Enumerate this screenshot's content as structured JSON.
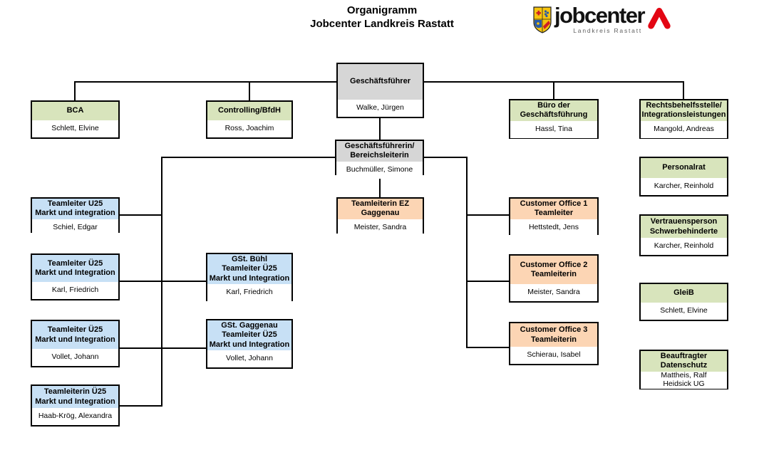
{
  "page": {
    "title_line1": "Organigramm",
    "title_line2": "Jobcenter Landkreis Rastatt"
  },
  "logo": {
    "brand": "jobcenter",
    "subtitle": "Landkreis Rastatt",
    "arrow_color": "#e30613"
  },
  "colors": {
    "gray_header": "#d6d6d6",
    "green_header": "#d8e4bc",
    "blue_header": "#c7e0f5",
    "orange_header": "#fcd5b4",
    "connector": "#000000"
  },
  "boxes": [
    {
      "key": "geschaeftsfuehrer",
      "title": "Geschäftsführer",
      "name": "Walke, Jürgen",
      "color": "gray"
    },
    {
      "key": "bca",
      "title": "BCA",
      "name": "Schlett, Elvine",
      "color": "green"
    },
    {
      "key": "controlling-bfdh",
      "title": "Controlling/BfdH",
      "name": "Ross, Joachim",
      "color": "green"
    },
    {
      "key": "buero-der-geschaeftsfuehrung",
      "title": "Büro der\nGeschäftsführung",
      "name": "Hassl, Tina",
      "color": "green"
    },
    {
      "key": "rechtsbehelfsstelle-integrationsleistungen",
      "title": "Rechtsbehelfsstelle/\nIntegrationsleistungen",
      "name": "Mangold, Andreas",
      "color": "green"
    },
    {
      "key": "geschaeftsfuehrerin-bereichsleiterin",
      "title": "Geschäftsführerin/\nBereichsleiterin",
      "name": "Buchmüller, Simone",
      "color": "gray"
    },
    {
      "key": "teamleiterin-ez-gaggenau",
      "title": "Teamleiterin EZ\nGaggenau",
      "name": "Meister, Sandra",
      "color": "orange"
    },
    {
      "key": "teamleiter-u25",
      "title": "Teamleiter U25\nMarkt und integration",
      "name": "Schiel, Edgar",
      "color": "blue"
    },
    {
      "key": "teamleiter-ue25-karl",
      "title": "Teamleiter Ü25\nMarkt und Integration",
      "name": "Karl, Friedrich",
      "color": "blue"
    },
    {
      "key": "teamleiter-ue25-vollet",
      "title": "Teamleiter Ü25\nMarkt und Integration",
      "name": "Vollet, Johann",
      "color": "blue"
    },
    {
      "key": "teamleiterin-ue25-haab-kroeg",
      "title": "Teamleiterin Ü25\nMarkt und Integration",
      "name": "Haab-Krög, Alexandra",
      "color": "blue"
    },
    {
      "key": "gst-buehl",
      "title": "GSt. Bühl\nTeamleiter Ü25\nMarkt und Integration",
      "name": "Karl, Friedrich",
      "color": "blue"
    },
    {
      "key": "gst-gaggenau",
      "title": "GSt. Gaggenau\nTeamleiter Ü25\nMarkt und Integration",
      "name": "Vollet, Johann",
      "color": "blue"
    },
    {
      "key": "customer-office-1",
      "title": "Customer Office 1\nTeamleiter",
      "name": "Hettstedt, Jens",
      "color": "orange"
    },
    {
      "key": "customer-office-2",
      "title": "Customer Office 2\nTeamleiterin",
      "name": "Meister, Sandra",
      "color": "orange"
    },
    {
      "key": "customer-office-3",
      "title": "Customer Office 3\nTeamleiterin",
      "name": "Schierau, Isabel",
      "color": "orange"
    },
    {
      "key": "personalrat",
      "title": "Personalrat",
      "name": "Karcher, Reinhold",
      "color": "green"
    },
    {
      "key": "vertrauensperson-schwerbehinderte",
      "title": "Vertrauensperson\nSchwerbehinderte",
      "name": "Karcher, Reinhold",
      "color": "green"
    },
    {
      "key": "gleib",
      "title": "GleiB",
      "name": "Schlett, Elvine",
      "color": "green"
    },
    {
      "key": "beauftragter-datenschutz",
      "title": "Beauftragter\nDatenschutz",
      "name": "Mattheis, Ralf\nHeidsick UG",
      "color": "green"
    }
  ]
}
